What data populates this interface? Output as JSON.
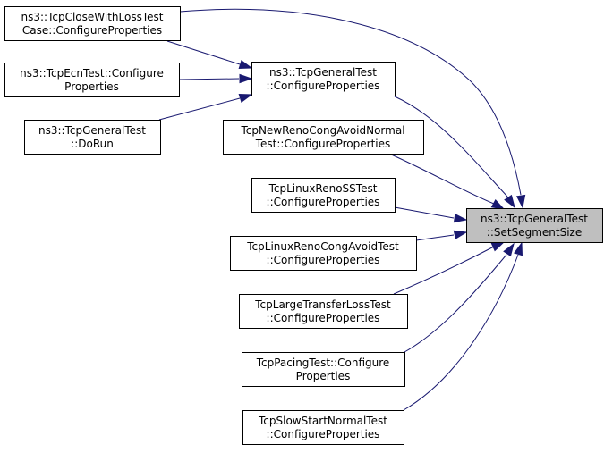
{
  "diagram": {
    "type": "doxygen-caller-graph",
    "edge_color": "#191970",
    "focus_fill": "#bfbfbf",
    "nodes": [
      {
        "id": "closewithloss",
        "lines": [
          "ns3::TcpCloseWithLossTest",
          "Case::ConfigureProperties"
        ]
      },
      {
        "id": "ecn",
        "lines": [
          "ns3::TcpEcnTest::Configure",
          "Properties"
        ]
      },
      {
        "id": "dorun",
        "lines": [
          "ns3::TcpGeneralTest",
          "::DoRun"
        ]
      },
      {
        "id": "general-configure",
        "lines": [
          "ns3::TcpGeneralTest",
          "::ConfigureProperties"
        ]
      },
      {
        "id": "newreno",
        "lines": [
          "TcpNewRenoCongAvoidNormal",
          "Test::ConfigureProperties"
        ]
      },
      {
        "id": "linuxrenoss",
        "lines": [
          "TcpLinuxRenoSSTest",
          "::ConfigureProperties"
        ]
      },
      {
        "id": "linuxrenocongavoid",
        "lines": [
          "TcpLinuxRenoCongAvoidTest",
          "::ConfigureProperties"
        ]
      },
      {
        "id": "largetransfer",
        "lines": [
          "TcpLargeTransferLossTest",
          "::ConfigureProperties"
        ]
      },
      {
        "id": "pacing",
        "lines": [
          "TcpPacingTest::Configure",
          "Properties"
        ]
      },
      {
        "id": "slowstart",
        "lines": [
          "TcpSlowStartNormalTest",
          "::ConfigureProperties"
        ]
      },
      {
        "id": "setsegmentsize",
        "lines": [
          "ns3::TcpGeneralTest",
          "::SetSegmentSize"
        ],
        "focus": true
      }
    ],
    "edges": [
      {
        "from": "closewithloss",
        "to": "setsegmentsize"
      },
      {
        "from": "closewithloss",
        "to": "general-configure"
      },
      {
        "from": "ecn",
        "to": "general-configure"
      },
      {
        "from": "dorun",
        "to": "general-configure"
      },
      {
        "from": "general-configure",
        "to": "setsegmentsize"
      },
      {
        "from": "newreno",
        "to": "setsegmentsize"
      },
      {
        "from": "linuxrenoss",
        "to": "setsegmentsize"
      },
      {
        "from": "linuxrenocongavoid",
        "to": "setsegmentsize"
      },
      {
        "from": "largetransfer",
        "to": "setsegmentsize"
      },
      {
        "from": "pacing",
        "to": "setsegmentsize"
      },
      {
        "from": "slowstart",
        "to": "setsegmentsize"
      }
    ]
  }
}
